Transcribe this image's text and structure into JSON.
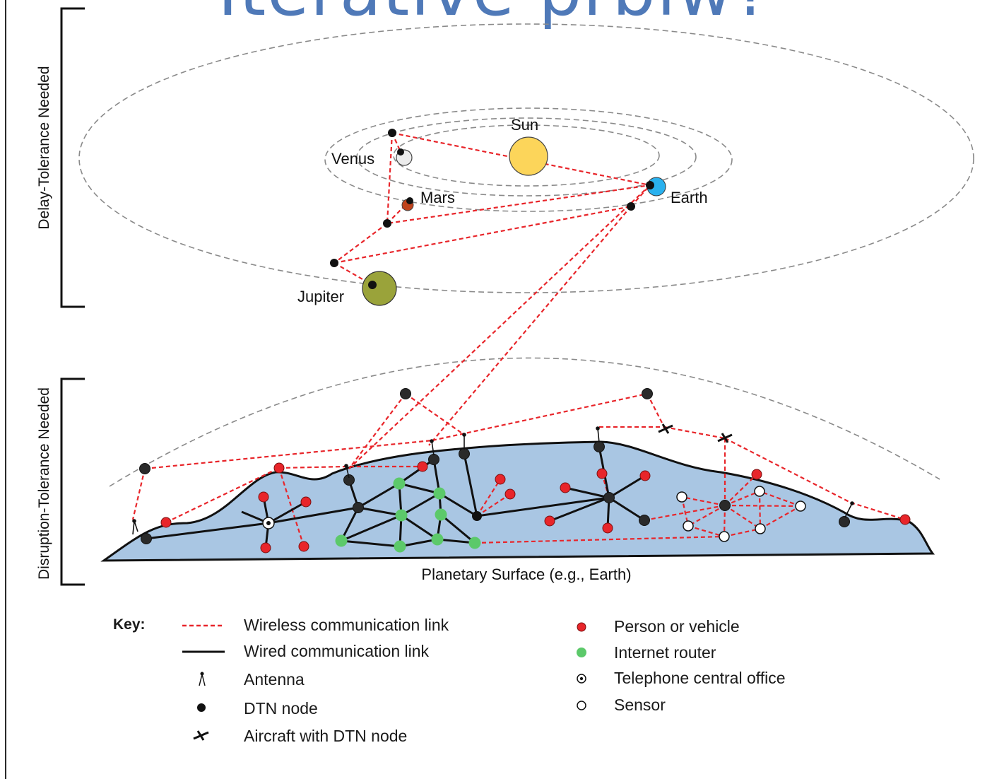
{
  "header": {
    "title_partial": "Iterative prblw?"
  },
  "sections": {
    "delay_label": "Delay-Tolerance Needed",
    "disruption_label": "Disruption-Tolerance Needed"
  },
  "planets": {
    "sun": "Sun",
    "venus": "Venus",
    "mars": "Mars",
    "earth": "Earth",
    "jupiter": "Jupiter"
  },
  "surface_caption": "Planetary Surface (e.g., Earth)",
  "key": {
    "title": "Key:",
    "items_left": [
      {
        "symbol": "wireless-link",
        "label": "Wireless communication link"
      },
      {
        "symbol": "wired-link",
        "label": "Wired communication link"
      },
      {
        "symbol": "antenna",
        "label": "Antenna"
      },
      {
        "symbol": "dtn-node",
        "label": "DTN node"
      },
      {
        "symbol": "aircraft",
        "label": "Aircraft with DTN node"
      }
    ],
    "items_right": [
      {
        "symbol": "person-or-vehicle",
        "label": "Person or vehicle"
      },
      {
        "symbol": "internet-router",
        "label": "Internet router"
      },
      {
        "symbol": "telephone-central-office",
        "label": "Telephone central office"
      },
      {
        "symbol": "sensor",
        "label": "Sensor"
      }
    ]
  },
  "colors": {
    "wireless": "#e8252a",
    "wired": "#111111",
    "surface_fill": "#a9c6e3",
    "orbit": "#8a8a8a",
    "sun": "#fcd55a",
    "venus": "#ececec",
    "mars": "#c0431c",
    "earth": "#2ab1ee",
    "jupiter": "#9aa33a",
    "router": "#5cc96a",
    "person": "#e8252a"
  }
}
